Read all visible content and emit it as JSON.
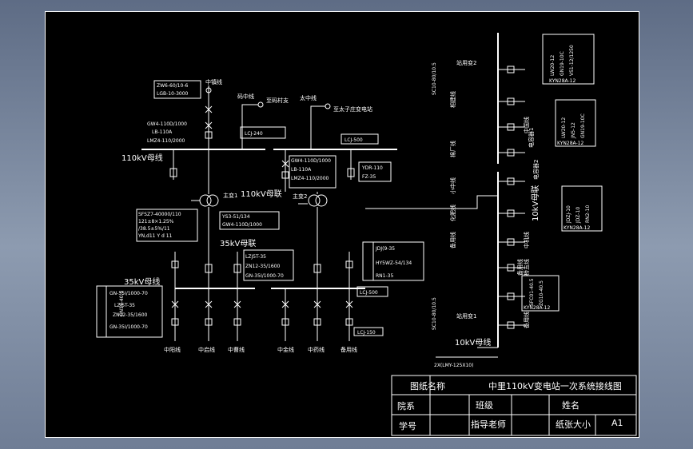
{
  "labels": {
    "zhong_zhen": "中镇线",
    "ma_zhong": "码中线",
    "zhi_ma_cun": "至码村支",
    "tai_zhong": "太中线",
    "zhi_tai_station": "至太子庄变电站",
    "bus_110": "110kV母线",
    "bus_110_tie": "110kV母联",
    "main_t1": "主变1",
    "main_t2": "主变2",
    "bus_35_tie": "35kV母联",
    "bus_35": "35kV母线",
    "bus_10_tie": "10kV母联",
    "bus_10": "10kV母线",
    "station_tf2": "站用变2",
    "station_tf1": "站用变1",
    "cap1": "电容器1",
    "cap2": "电容器2",
    "spare": "备用线"
  },
  "equipment": {
    "e1": "ZW6-60/10-6",
    "e2": "LGB-10-3000",
    "gw_a": "GW4-110D/1000",
    "lb_a": "LB-110A",
    "lmz_a": "LMZ4-110/2000",
    "lcj240": "LCJ-240",
    "lcj500a": "LCJ-500",
    "gw_b": "GW4-110D/1000",
    "lb_b": "LB-110A",
    "lmz_b": "LMZ4-110/2000",
    "ydr": "YDR-110",
    "fz": "FZ-35",
    "t1a": "SFSZ7-40000/110",
    "t1b": "121±8×1.25%",
    "t1c": "/38.5±5%/11",
    "t1d": "YN,d11 Y d 11",
    "ys1": "YS3-51/134",
    "ys2": "GW4-110D/1000",
    "lz": "LZJ5T-35",
    "zn1": "ZN12-35/1600",
    "gn1": "GN-35I/1000-70",
    "jdj": "JDJ(9-35",
    "hy": "HY5WZ-54/134",
    "rn": "RN1-35",
    "gwx": "GN19-40.5",
    "gn_l1": "GN-35I/1000-70",
    "lz_l": "LZJ5T-35",
    "zn_l": "ZN12-35/1600",
    "gn_l2": "GN-35I/1000-70",
    "lcj500b": "LCJ-500",
    "lcj150": "LCJ-150",
    "sw_r1": "SFC01-40.5",
    "sw_r2": "ZG10-40.5",
    "kyn1": "KYN28A-12",
    "kyn2": "KYN28A-12",
    "kyn3": "KYN28A-12",
    "kyn4": "KYN28A-12",
    "lcj120": "2X(LMY-125X10)",
    "tf_m": "SC10-80/10.5"
  },
  "outgoing_35": [
    "中阳线",
    "中启线",
    "中曹线",
    "中金线",
    "中药线",
    "备用线"
  ],
  "feeders_10_upper": [
    "相建线",
    "棉厂线",
    "小中线",
    "化肥线",
    "备用线",
    "中国线",
    "中机线"
  ],
  "feeders_10_lower": [
    "桥五线",
    "备用线"
  ],
  "right_blocks": [
    [
      "LW20-12",
      "GN19-10C",
      "VS1-12/1250"
    ],
    [
      "LW20-12",
      "JN5-12",
      "GN19-10C"
    ],
    [
      "JDZJ-10",
      "JDZ-10",
      "RN2-10"
    ]
  ],
  "title_block": {
    "drawing_name_label": "图纸名称",
    "drawing_name": "中里110kV变电站一次系统接线图",
    "dept_label": "院系",
    "class_label": "班级",
    "name_label": "姓名",
    "id_label": "学号",
    "advisor_label": "指导老师",
    "size_label": "纸张大小",
    "size_value": "A1"
  }
}
